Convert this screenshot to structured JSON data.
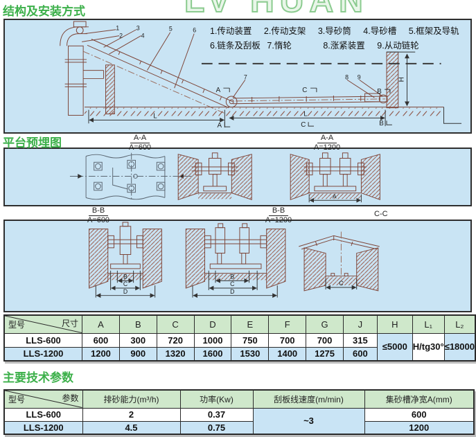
{
  "watermark": "LV HUAN",
  "colors": {
    "accent_green": "#3cb04a",
    "panel_blue": "#c9e4f4",
    "table_header_green": "#cfe8cb",
    "table_row_blue": "#c9e4f5",
    "drawing_brown": "#7d4437"
  },
  "sections": {
    "s1_title": "结构及安装方式",
    "s2_title": "平台预埋图",
    "s3_title": "主要技术参数"
  },
  "legend": [
    "1.传动装置",
    "2.传动支架",
    "3.导砂筒",
    "4.导砂槽",
    "5.框架及导轨",
    "6.链条及刮板",
    "7.惰轮",
    "8.涨紧装置",
    "9.从动链轮"
  ],
  "part_numbers": [
    "1",
    "2",
    "3",
    "4",
    "5",
    "6",
    "7",
    "8",
    "9"
  ],
  "dims": {
    "L": "L",
    "H": "H",
    "A": "A",
    "B": "B",
    "C": "C",
    "D": "D"
  },
  "view_labels": {
    "aa600": {
      "top": "A-A",
      "bottom": "A=600"
    },
    "aa1200": {
      "top": "A-A",
      "bottom": "A=1200"
    },
    "bb600": {
      "top": "B-B",
      "bottom": "A=600"
    },
    "bb1200": {
      "top": "B-B",
      "bottom": "A=1200"
    },
    "cc": "C-C"
  },
  "table1": {
    "corner": {
      "row_label": "型号",
      "col_label": "尺寸"
    },
    "columns": [
      "A",
      "B",
      "C",
      "D",
      "E",
      "F",
      "G",
      "J",
      "H",
      "L₁",
      "L₂"
    ],
    "rows": [
      {
        "model": "LLS-600",
        "values": [
          "600",
          "300",
          "720",
          "1000",
          "750",
          "700",
          "700",
          "315"
        ]
      },
      {
        "model": "LLS-1200",
        "values": [
          "1200",
          "900",
          "1320",
          "1600",
          "1530",
          "1400",
          "1275",
          "600"
        ]
      }
    ],
    "merged": {
      "H": "≤5000",
      "L1": "H/tg30°",
      "L2": "≤18000"
    }
  },
  "table2": {
    "corner": {
      "row_label": "型号",
      "col_label": "参数"
    },
    "columns": [
      "排砂能力(m³/h)",
      "功率(Kw)",
      "刮板线速度(m/min)",
      "集砂槽净宽A(mm)"
    ],
    "rows": [
      {
        "model": "LLS-600",
        "values": [
          "2",
          "0.37",
          "600"
        ]
      },
      {
        "model": "LLS-1200",
        "values": [
          "4.5",
          "0.75",
          "1200"
        ]
      }
    ],
    "merged_speed": "~3"
  }
}
